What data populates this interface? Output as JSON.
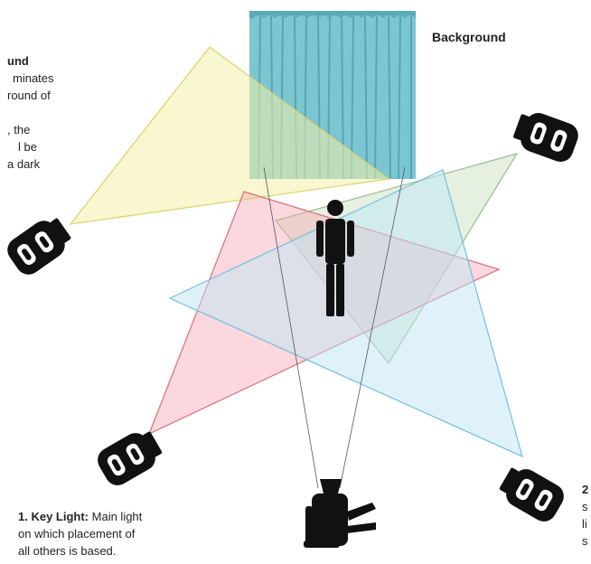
{
  "background_label": "Background",
  "left_note": {
    "heading": "und",
    "lines": [
      "minates",
      "round of",
      "",
      ", the",
      "l be",
      "a dark"
    ]
  },
  "key_light": {
    "title": "1. Key Light:",
    "desc_first": "Main light",
    "lines": [
      "on which placement of",
      "all others is based."
    ]
  },
  "right_note": {
    "heading": "2",
    "lines": [
      "s",
      "li",
      "s"
    ]
  },
  "colors": {
    "yellow_beam": "#f2f0a8",
    "green_beam": "#cfe3c9",
    "red_beam": "#f3a9b3",
    "blue_beam": "#bfe5f5",
    "curtain": "#76c3cf",
    "silhouette": "#111111"
  }
}
